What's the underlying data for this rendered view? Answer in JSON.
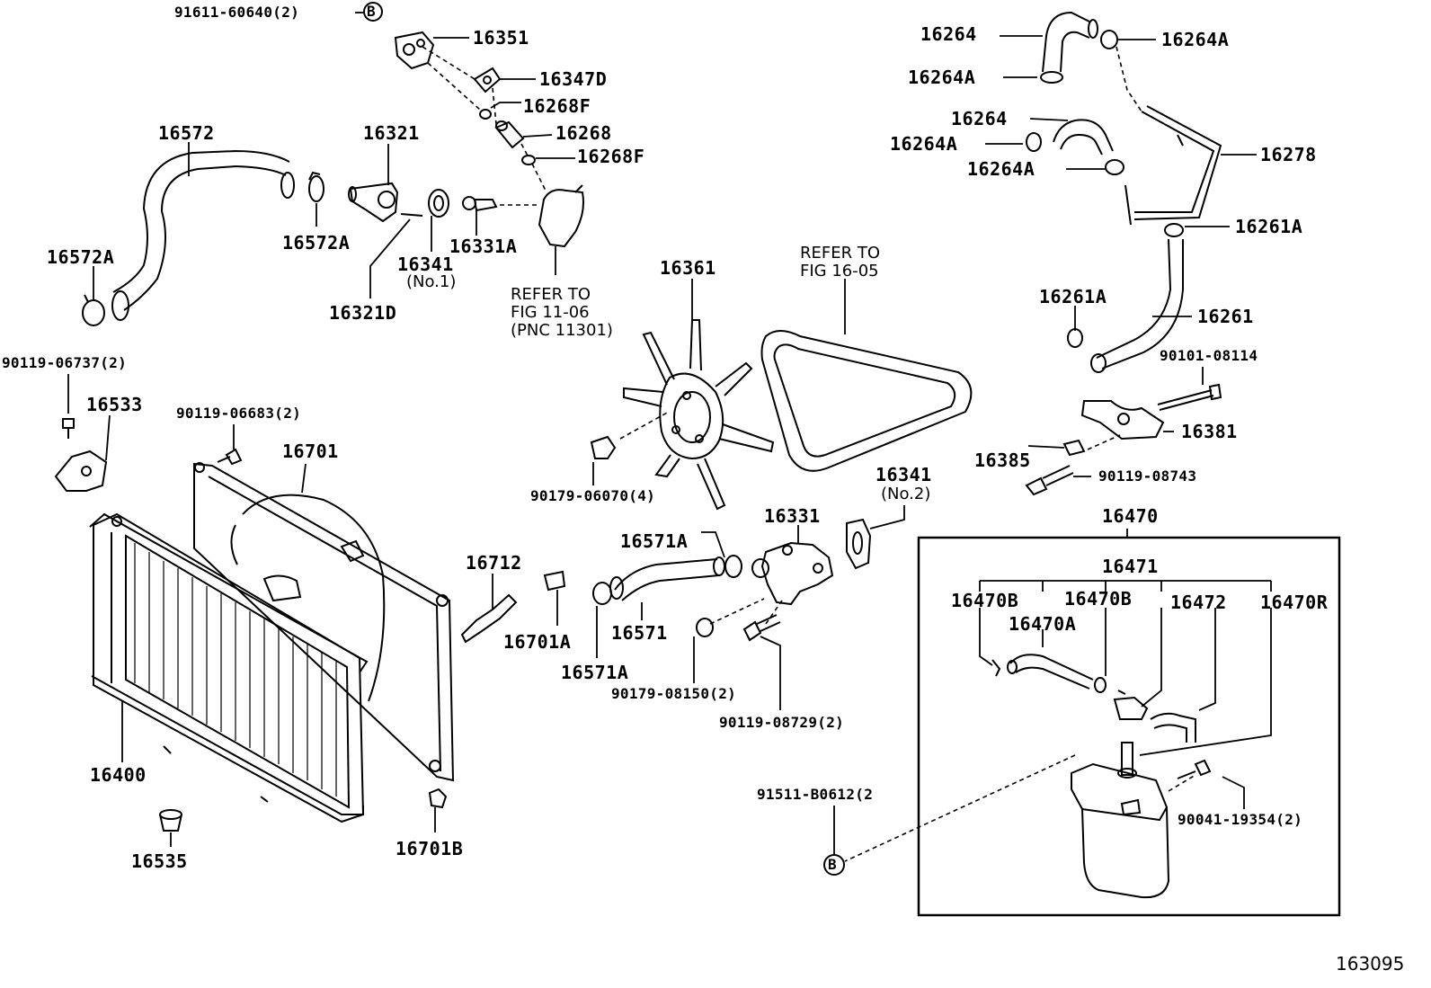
{
  "diagram": {
    "figure_number": "163095",
    "reservoir_group_label": "16470",
    "reservoir_subgroup_label": "16471",
    "part_labels": [
      "91611-60640(2)",
      "16351",
      "16347D",
      "16268F",
      "16268",
      "16268F",
      "16572",
      "16321",
      "16572A",
      "16331A",
      "16341",
      "(No.1)",
      "16321D",
      "16572A",
      "16264",
      "16264A",
      "16264A",
      "16264",
      "16264A",
      "16264A",
      "16278",
      "16261A",
      "16261A",
      "16261",
      "90101-08114",
      "16381",
      "16385",
      "90119-08743",
      "90119-06737(2)",
      "16533",
      "90119-06683(2)",
      "16701",
      "16361",
      "90179-06070(4)",
      "16341",
      "(No.2)",
      "16331",
      "16571A",
      "16712",
      "16701A",
      "16571",
      "16571A",
      "90179-08150(2)",
      "90119-08729(2)",
      "16400",
      "16535",
      "16701B",
      "91511-B0612(2",
      "16470B",
      "16470B",
      "16470A",
      "16472",
      "16470R",
      "90041-19354(2)"
    ],
    "reference_notes": [
      {
        "lines": [
          "REFER TO",
          "FIG 11-06",
          "(PNC 11301)"
        ]
      },
      {
        "lines": [
          "REFER TO",
          "FIG 16-05"
        ]
      }
    ],
    "markers": [
      "B",
      "B"
    ]
  }
}
